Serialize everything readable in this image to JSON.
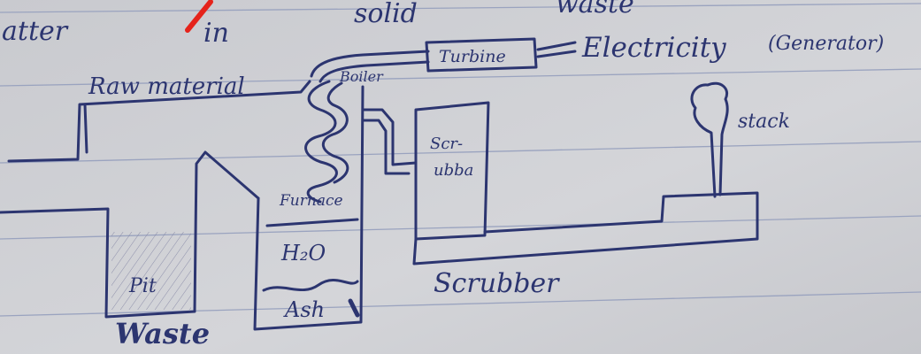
{
  "header_words": [
    "atter",
    "in",
    "solid",
    "waste"
  ],
  "labels": {
    "raw_material": "Raw material",
    "boiler": "Boiler",
    "turbine": "Turbine",
    "electricity": "Electricity",
    "generator": "(Generator)",
    "stack": "stack",
    "scrubber_unit_line1": "Scr-",
    "scrubber_unit_line2": "ubba",
    "furnace": "Furnace",
    "water": "H₂O",
    "ash": "Ash",
    "pit": "Pit",
    "waste": "Waste",
    "scrubber": "Scrubber"
  },
  "colors": {
    "paper": "#cfd0d4",
    "ink": "#2c3570",
    "ruled_line": "#9aa3bf",
    "red_mark": "#e5231b"
  }
}
